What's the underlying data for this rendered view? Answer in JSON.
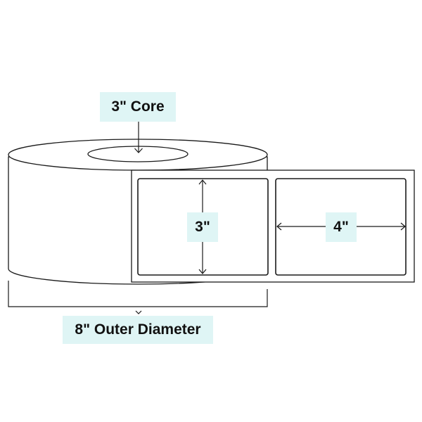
{
  "colors": {
    "label_background": "#dff5f5",
    "line": "#1a1a1a",
    "paper": "#ffffff"
  },
  "labels": {
    "core": "3\" Core",
    "label_height": "3\"",
    "label_width": "4\"",
    "outer_diameter": "8\" Outer Diameter"
  }
}
